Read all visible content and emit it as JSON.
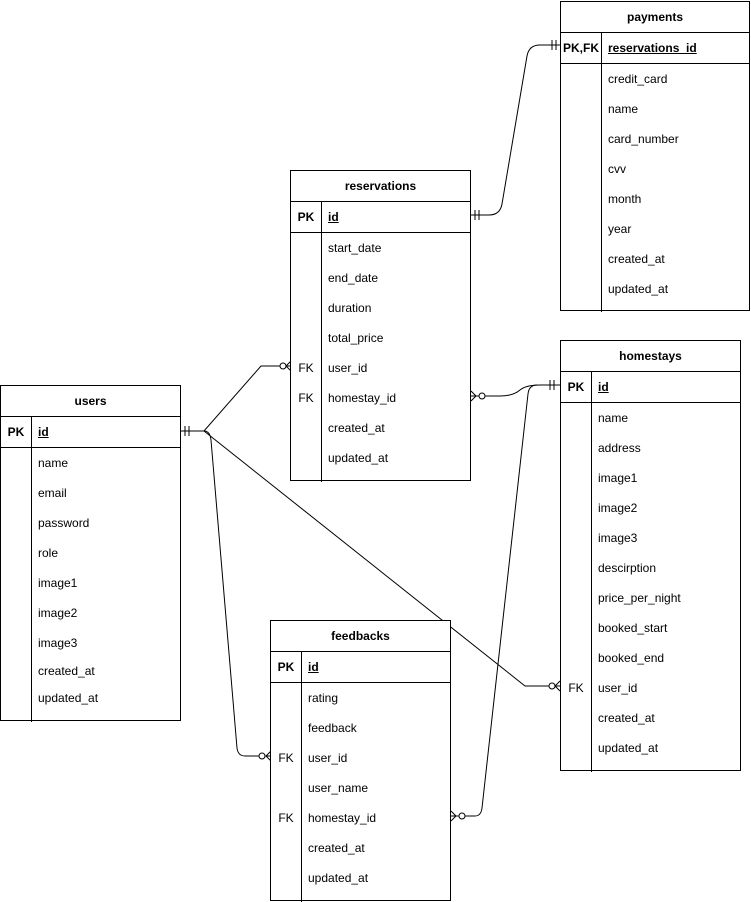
{
  "entities": {
    "payments": {
      "title": "payments",
      "pk": {
        "key": "PK,FK",
        "name": "reservations_id"
      },
      "fields": [
        {
          "key": "",
          "name": "credit_card"
        },
        {
          "key": "",
          "name": "name"
        },
        {
          "key": "",
          "name": "card_number"
        },
        {
          "key": "",
          "name": "cvv"
        },
        {
          "key": "",
          "name": "month"
        },
        {
          "key": "",
          "name": "year"
        },
        {
          "key": "",
          "name": "created_at"
        },
        {
          "key": "",
          "name": "updated_at"
        }
      ]
    },
    "reservations": {
      "title": "reservations",
      "pk": {
        "key": "PK",
        "name": "id"
      },
      "fields": [
        {
          "key": "",
          "name": "start_date"
        },
        {
          "key": "",
          "name": "end_date"
        },
        {
          "key": "",
          "name": "duration"
        },
        {
          "key": "",
          "name": "total_price"
        },
        {
          "key": "FK",
          "name": "user_id"
        },
        {
          "key": "FK",
          "name": "homestay_id"
        },
        {
          "key": "",
          "name": "created_at"
        },
        {
          "key": "",
          "name": "updated_at"
        }
      ]
    },
    "homestays": {
      "title": "homestays",
      "pk": {
        "key": "PK",
        "name": "id"
      },
      "fields": [
        {
          "key": "",
          "name": "name"
        },
        {
          "key": "",
          "name": "address"
        },
        {
          "key": "",
          "name": "image1"
        },
        {
          "key": "",
          "name": "image2"
        },
        {
          "key": "",
          "name": "image3"
        },
        {
          "key": "",
          "name": "descirption"
        },
        {
          "key": "",
          "name": "price_per_night"
        },
        {
          "key": "",
          "name": "booked_start"
        },
        {
          "key": "",
          "name": "booked_end"
        },
        {
          "key": "FK",
          "name": "user_id"
        },
        {
          "key": "",
          "name": "created_at"
        },
        {
          "key": "",
          "name": "updated_at"
        }
      ]
    },
    "users": {
      "title": "users",
      "pk": {
        "key": "PK",
        "name": "id"
      },
      "fields": [
        {
          "key": "",
          "name": "name"
        },
        {
          "key": "",
          "name": "email"
        },
        {
          "key": "",
          "name": "password"
        },
        {
          "key": "",
          "name": "role"
        },
        {
          "key": "",
          "name": "image1"
        },
        {
          "key": "",
          "name": "image2"
        },
        {
          "key": "",
          "name": "image3"
        },
        {
          "key": "",
          "name": "created_at"
        },
        {
          "key": "",
          "name": "updated_at"
        }
      ]
    },
    "feedbacks": {
      "title": "feedbacks",
      "pk": {
        "key": "PK",
        "name": "id"
      },
      "fields": [
        {
          "key": "",
          "name": "rating"
        },
        {
          "key": "",
          "name": "feedback"
        },
        {
          "key": "FK",
          "name": "user_id"
        },
        {
          "key": "",
          "name": "user_name"
        },
        {
          "key": "FK",
          "name": "homestay_id"
        },
        {
          "key": "",
          "name": "created_at"
        },
        {
          "key": "",
          "name": "updated_at"
        }
      ]
    }
  },
  "relationships": [
    {
      "from": "reservations",
      "to": "payments",
      "from_cardinality": "one-and-only-one",
      "to_cardinality": "one-and-only-one"
    },
    {
      "from": "users",
      "to": "reservations",
      "from_cardinality": "one-and-only-one",
      "to_cardinality": "zero-or-many"
    },
    {
      "from": "homestays",
      "to": "reservations",
      "from_cardinality": "one-and-only-one",
      "to_cardinality": "zero-or-many"
    },
    {
      "from": "users",
      "to": "homestays",
      "from_cardinality": "one-and-only-one",
      "to_cardinality": "zero-or-many"
    },
    {
      "from": "users",
      "to": "feedbacks",
      "from_cardinality": "one-and-only-one",
      "to_cardinality": "zero-or-many"
    },
    {
      "from": "homestays",
      "to": "feedbacks",
      "from_cardinality": "one-and-only-one",
      "to_cardinality": "zero-or-many"
    }
  ]
}
